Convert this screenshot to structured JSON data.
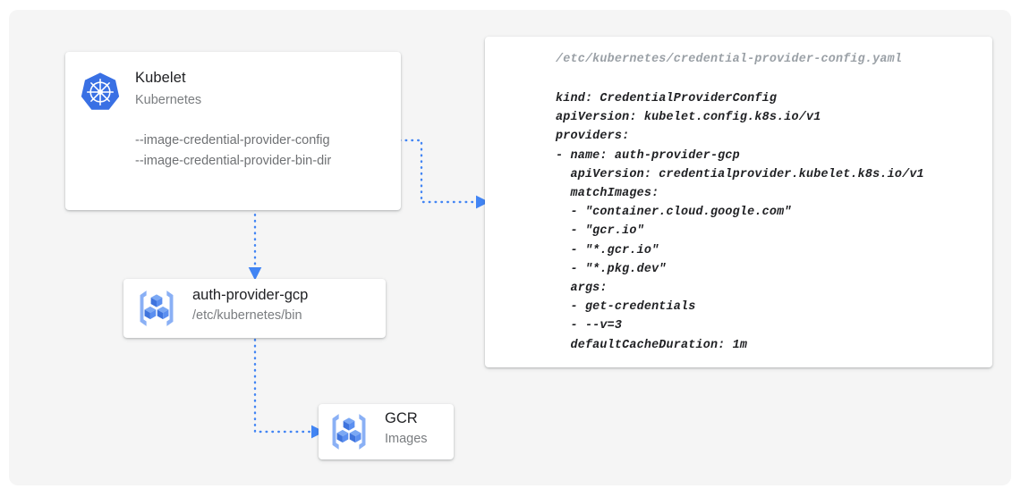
{
  "canvas": {
    "background": "#f5f5f5",
    "accent_blue": "#4285f4",
    "connector_blue": "#4285f4"
  },
  "kubelet_card": {
    "icon": "kubernetes-logo-icon",
    "title": "Kubelet",
    "subtitle": "Kubernetes",
    "flags": "--image-credential-provider-config\n--image-credential-provider-bin-dir",
    "flag_list": [
      "--image-credential-provider-config",
      "--image-credential-provider-bin-dir"
    ]
  },
  "auth_provider_card": {
    "icon": "container-registry-icon",
    "title": "auth-provider-gcp",
    "subtitle": "/etc/kubernetes/bin"
  },
  "gcr_card": {
    "icon": "container-registry-icon",
    "title": "GCR",
    "subtitle": "Images"
  },
  "code_card": {
    "filepath": "/etc/kubernetes/credential-provider-config.yaml",
    "yaml": "kind: CredentialProviderConfig\napiVersion: kubelet.config.k8s.io/v1\nproviders:\n- name: auth-provider-gcp\n  apiVersion: credentialprovider.kubelet.k8s.io/v1\n  matchImages:\n  - \"container.cloud.google.com\"\n  - \"gcr.io\"\n  - \"*.gcr.io\"\n  - \"*.pkg.dev\"\n  args:\n  - get-credentials\n  - --v=3\n  defaultCacheDuration: 1m",
    "yaml_lines": [
      "kind: CredentialProviderConfig",
      "apiVersion: kubelet.config.k8s.io/v1",
      "providers:",
      "- name: auth-provider-gcp",
      "  apiVersion: credentialprovider.kubelet.k8s.io/v1",
      "  matchImages:",
      "  - \"container.cloud.google.com\"",
      "  - \"gcr.io\"",
      "  - \"*.gcr.io\"",
      "  - \"*.pkg.dev\"",
      "  args:",
      "  - get-credentials",
      "  - --v=3",
      "  defaultCacheDuration: 1m"
    ]
  },
  "connectors": [
    {
      "name": "kubelet-config-flag-to-code-card",
      "style": "dotted",
      "arrowhead": "right"
    },
    {
      "name": "kubelet-to-auth-provider",
      "style": "dotted",
      "arrowhead": "down"
    },
    {
      "name": "auth-provider-to-gcr",
      "style": "dotted",
      "arrowhead": "right"
    }
  ]
}
